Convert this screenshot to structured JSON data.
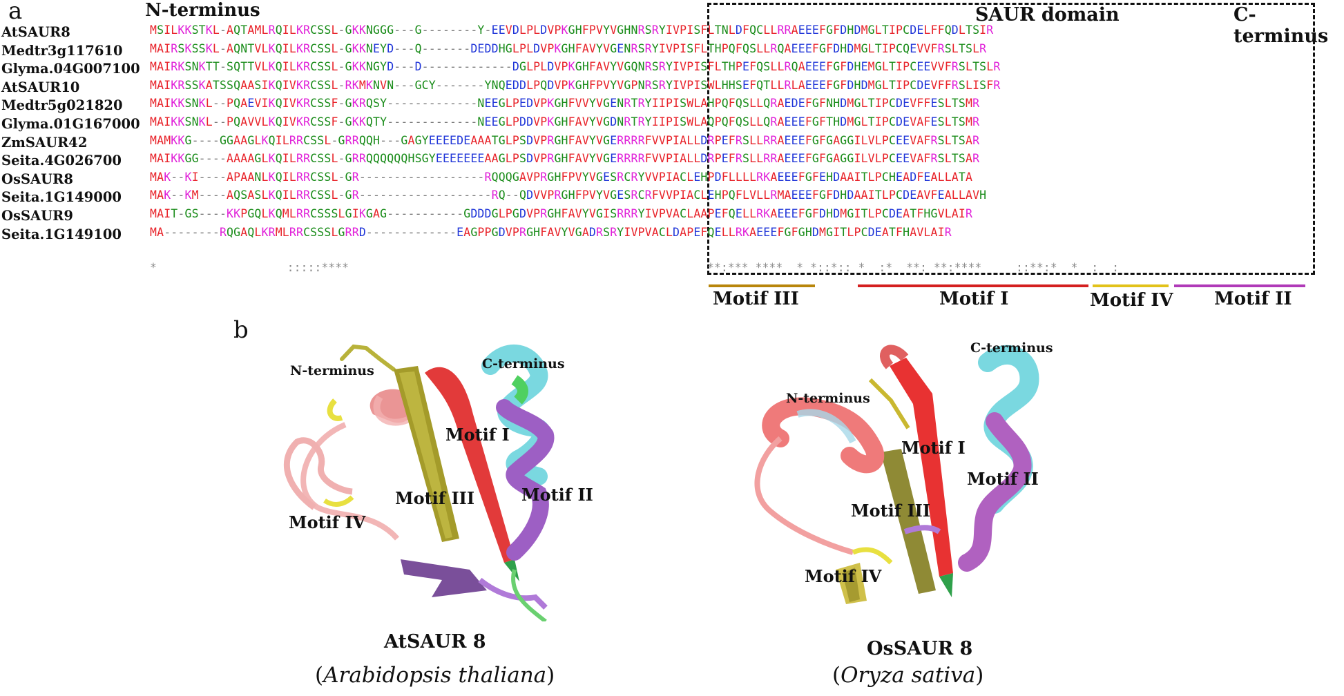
{
  "panel_a_letter": "a",
  "panel_b_letter": "b",
  "n_terminus_title": "N-terminus",
  "saur_domain_title": "SAUR domain",
  "c_terminus_title": "C-terminus",
  "sequences": [
    {
      "name": "AtSAUR8",
      "seq": "MSILKKSTKL-AQTAMLRQILKRCSSL-GKKNGGG---G--------Y-EEVDLPLDVPKGHFPVYVGHNRSRYIVPISFLTNLDFQCLLRRAEEEFGFDHDMGLTIPCDELFFQDLTSIR"
    },
    {
      "name": "Medtr3g117610",
      "seq": "MAIRSKSSKL-AQNTVLKQILKRCSSL-GKKNEYD---Q-------DEDDHGLPLDVPKGHFAVYVGENRSRYIVPISFLTHPQFQSLLRQAEEEFGFDHDMGLTIPCQEVVFRSLTSLR"
    },
    {
      "name": "Glyma.04G007100",
      "seq": "MAIRKSNKTT-SQTTVLKQILKRCSSL-GKKNGYD---D-------------DGLPLDVPKGHFAVYVGQNRSRYIVPISFLTHPEFQSLLRQAEEEFGFDHEMGLTIPCEEVVFRSLTSLR"
    },
    {
      "name": "AtSAUR10",
      "seq": "MAIKRSSKATSSQAASIKQIVKRCSSL-RKMKNVN---GCY-------YNQEDDLPQDVPKGHFPVYVGPNRSRYIVPISWLHHSEFQTLLRLAEEEFGFDHDMGLTIPCDEVFFRSLISFR"
    },
    {
      "name": "Medtr5g021820",
      "seq": "MAIKKSNKL--PQAEVIKQIVKRCSSF-GKRQSY-------------NEEGLPEDVPKGHFVVYVGENRTRYIIPISWLAHPQFQSLLQRAEDEFGFNHDMGLTIPCDEVFFESLTSMR"
    },
    {
      "name": "Glyma.01G167000",
      "seq": "MAIKKSNKL--PQAVVLKQIVKRCSSF-GKKQTY-------------NEEGLPDDVPKGHFAVYVGDNRTRYIIPISWLAQPQFQSLLQRAEEEFGFTHDMGLTIPCDEVAFESLTSMR"
    },
    {
      "name": "ZmSAUR42",
      "seq": "MAMKKG----GGAAGLKQILRRCSSL-GRRQQH---GAGYEEEEDEAAATGLPSDVPRGHFAVYVGERRRRFVVPIALLDRPEFRSLLRRAEEEFGFGAGGILVLPCEEVAFRSLTSAR"
    },
    {
      "name": "Seita.4G026700",
      "seq": "MAIKKGG----AAAAGLKQILRRCSSL-GRRQQQQQQHSGYEEEEEEEAAGLPSDVPRGHFAVYVGERRRRFVVPIALLDRPEFRSLLRRAEEEFGFGAGGILVLPCEEVAFRSLTSAR"
    },
    {
      "name": "OsSAUR8",
      "seq": "MAK--KI----APAANLKQILRRCSSL-GR------------------RQQQGAVPRGHFPVYVGESRCRYVVPIACLEHPDFLLLLRKAEEEFGFEHDAAITLPCHEADFEALLATA"
    },
    {
      "name": "Seita.1G149000",
      "seq": "MAK--KM----AQSASLKQILRRCSSL-GR-------------------RQ--QDVVPRGHFPVYVGESRCRFVVPIACLEHPQFLVLLRMAEEEFGFDHDAAITLPCDEAVFEALLAVH"
    },
    {
      "name": "OsSAUR9",
      "seq": "MAIT-GS----KKPGQLKQMLRRCSSSLGIKGAG-----------GDDDGLPGDVPRGHFAVYVGISRRRYIVPVACLAAPEFQELLRKAEEEFGFDHDMGITLPCDEATFHGVLAIR"
    },
    {
      "name": "Seita.1G149100",
      "seq": "MA--------RQGAQLKRMLRRCSSSLGRRD-------------EAGPPGDVPRGHFAVYVGADRSRYIVPVACLDAPEFQELLRKAEEEFGFGHDMGITLPCDEATFHAVLAIR"
    }
  ],
  "conservation_left": "*                   :::::****",
  "conservation_right": "**:*** ****  * *::*:: *  :*  **: **:****     ::**:*  *  :  :",
  "motifs": [
    {
      "label": "Motif III",
      "color": "#b8860b"
    },
    {
      "label": "Motif I",
      "color": "#d42020"
    },
    {
      "label": "Motif IV",
      "color": "#e2c21a"
    },
    {
      "label": "Motif II",
      "color": "#b03ab8"
    }
  ],
  "structure_left": {
    "n_terminus": "N-terminus",
    "c_terminus": "C-terminus",
    "motif_i": "Motif I",
    "motif_ii": "Motif II",
    "motif_iii": "Motif III",
    "motif_iv": "Motif IV",
    "protein": "AtSAUR 8",
    "species": "Arabidopsis thaliana"
  },
  "structure_right": {
    "n_terminus": "N-terminus",
    "c_terminus": "C-terminus",
    "motif_i": "Motif I",
    "motif_ii": "Motif II",
    "motif_iii": "Motif III",
    "motif_iv": "Motif IV",
    "protein": "OsSAUR 8",
    "species": "Oryza sativa"
  },
  "residue_colors": {
    "red": "#e8232a",
    "blue": "#1f35d8",
    "magenta": "#e01fd8",
    "green": "#1a8c1a",
    "gap": "#7a7a7a"
  }
}
